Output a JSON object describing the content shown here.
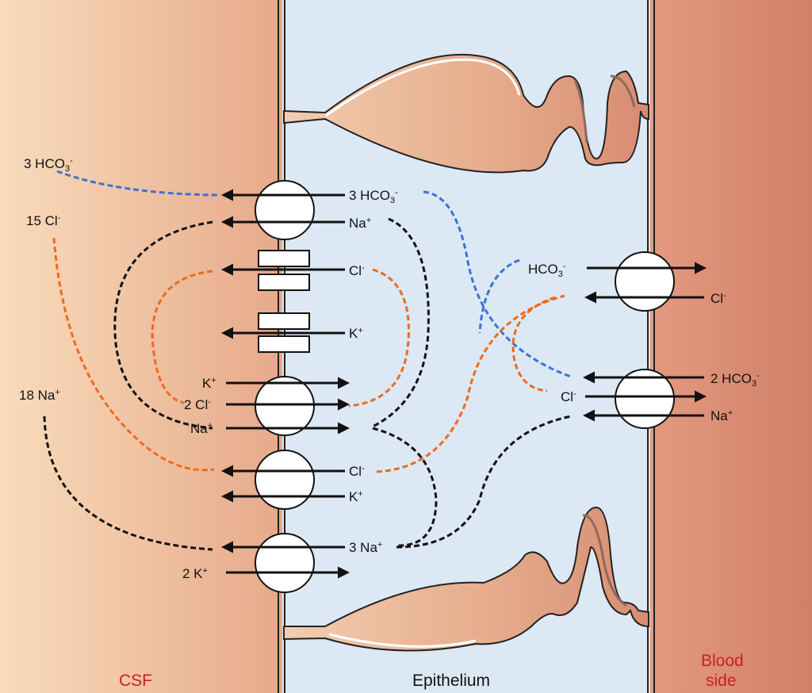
{
  "regions": {
    "csf": "CSF",
    "epithelium": "Epithelium",
    "blood_line1": "Blood",
    "blood_line2": "side"
  },
  "labels": {
    "csf_hco3_base": "3 HCO",
    "csf_hco3_sub": "3",
    "csf_hco3_sup": "-",
    "csf_cl_base": "15 Cl",
    "csf_cl_sup": "-",
    "csf_na_base": "18 Na",
    "csf_na_sup": "+",
    "ae_hco3_base": "3 HCO",
    "ae_hco3_sub": "3",
    "ae_hco3_sup": "-",
    "ae_na_base": "Na",
    "ae_na_sup": "+",
    "ch_cl_base": "Cl",
    "ch_cl_sup": "-",
    "ch_k_base": "K",
    "ch_k_sup": "+",
    "nkcc_k_base": "K",
    "nkcc_k_sup": "+",
    "nkcc_cl_base": "2 Cl",
    "nkcc_cl_sup": "-",
    "nkcc_na_base": "Na",
    "nkcc_na_sup": "+",
    "kcc_cl_base": "Cl",
    "kcc_cl_sup": "-",
    "kcc_k_base": "K",
    "kcc_k_sup": "+",
    "pump_na_base": "3 Na",
    "pump_na_sup": "+",
    "pump_k_base": "2 K",
    "pump_k_sup": "+",
    "bl_hco3_base": "HCO",
    "bl_hco3_sub": "3",
    "bl_hco3_sup": "-",
    "bl_cl_out_base": "Cl",
    "bl_cl_out_sup": "-",
    "bl_2hco3_base": "2 HCO",
    "bl_2hco3_sub": "3",
    "bl_2hco3_sup": "-",
    "bl_cl_in_base": "Cl",
    "bl_cl_in_sup": "-",
    "bl_na_base": "Na",
    "bl_na_sup": "+"
  },
  "colors": {
    "csf_light": "#f8dcbc",
    "csf_dark": "#e6a98a",
    "blood_light": "#e49a80",
    "blood_dark": "#d08068",
    "epithelium": "#dce8f3",
    "blue_path": "#3a73d8",
    "orange_path": "#ee6a1c",
    "black_path": "#111111",
    "region_label_red": "#c8221a"
  }
}
